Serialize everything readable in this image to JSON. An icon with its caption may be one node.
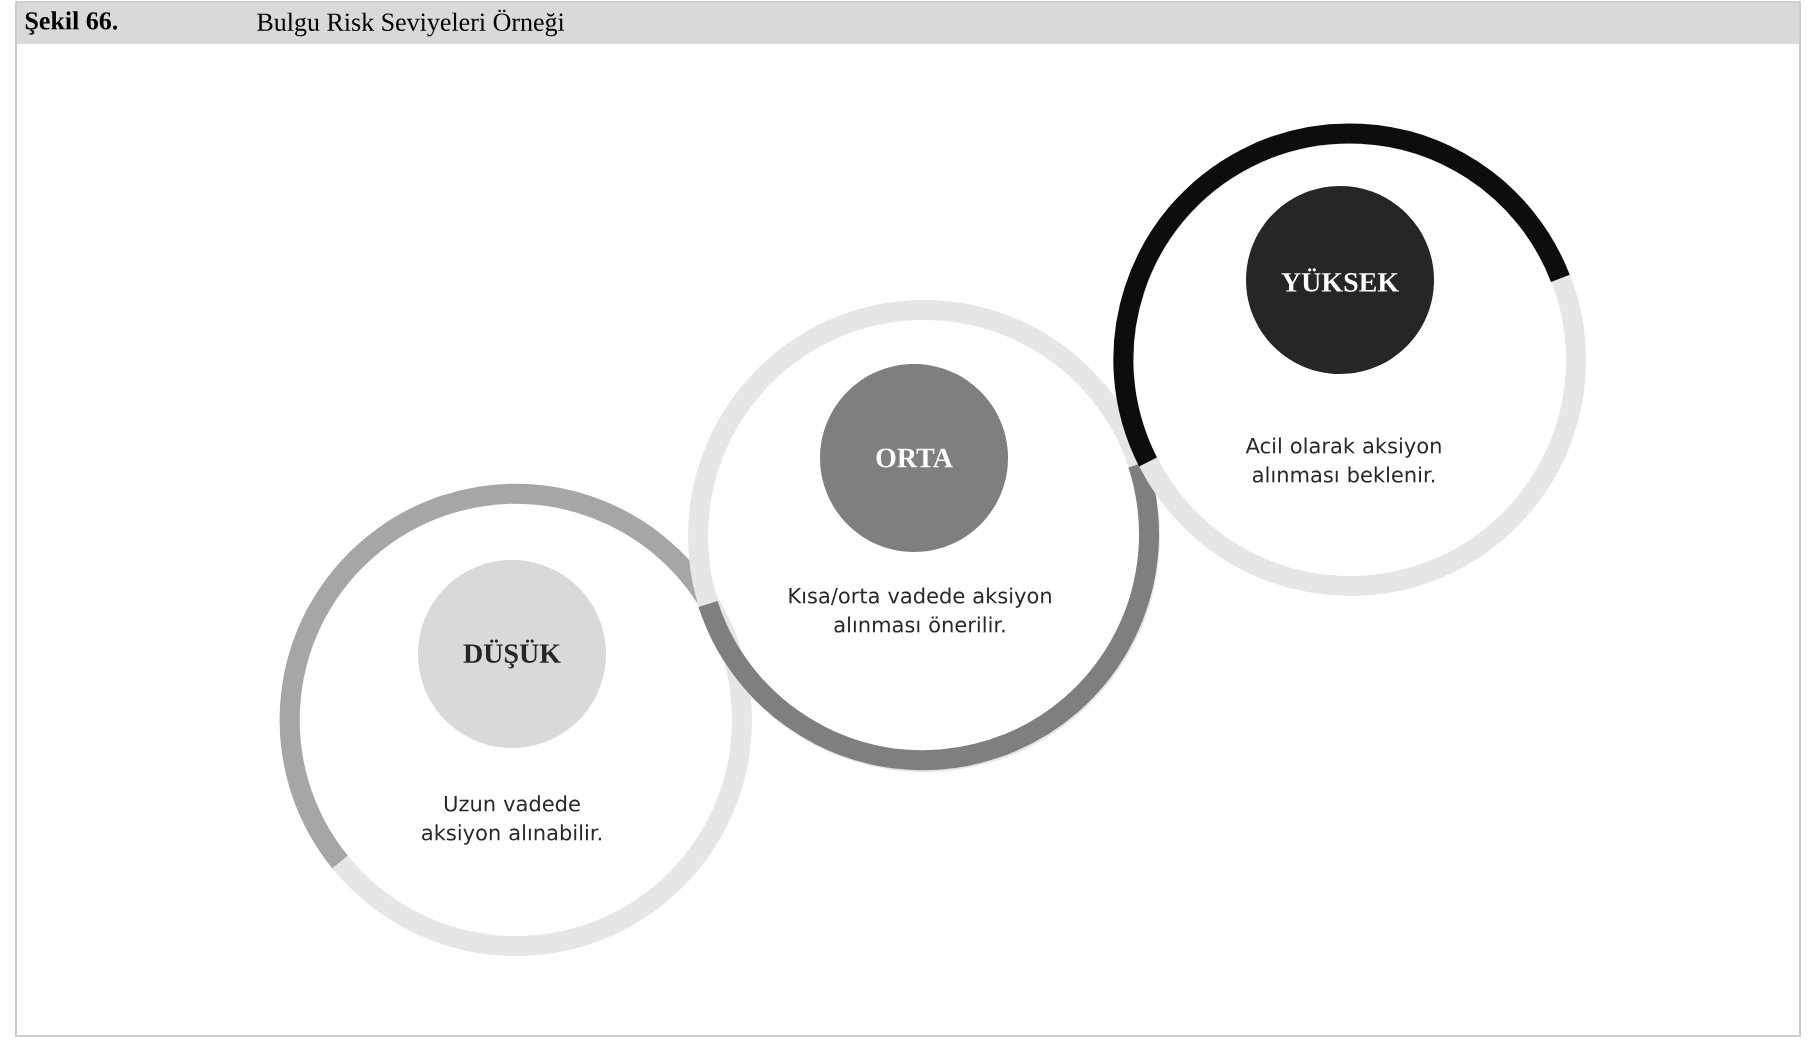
{
  "diagram": {
    "title": "Şekil 66.",
    "caption": "Bulgu Risk Seviyeleri Örneği",
    "nodes": [
      {
        "text": [
          "Uzun vadede aksiyon alınabilir."
        ]
      },
      {
        "text": [
          "DÜŞÜK"
        ],
        "in": 0
      },
      {
        "text": [
          "Kısa/orta vadede aksiyon alınması önerilir."
        ]
      },
      {
        "text": [
          "ORTA"
        ],
        "in": 2
      },
      {
        "text": [
          "Acil olarak aksiyon alınması beklenir."
        ]
      },
      {
        "text": [
          "YÜKSEK"
        ],
        "in": 4
      }
    ]
  }
}
